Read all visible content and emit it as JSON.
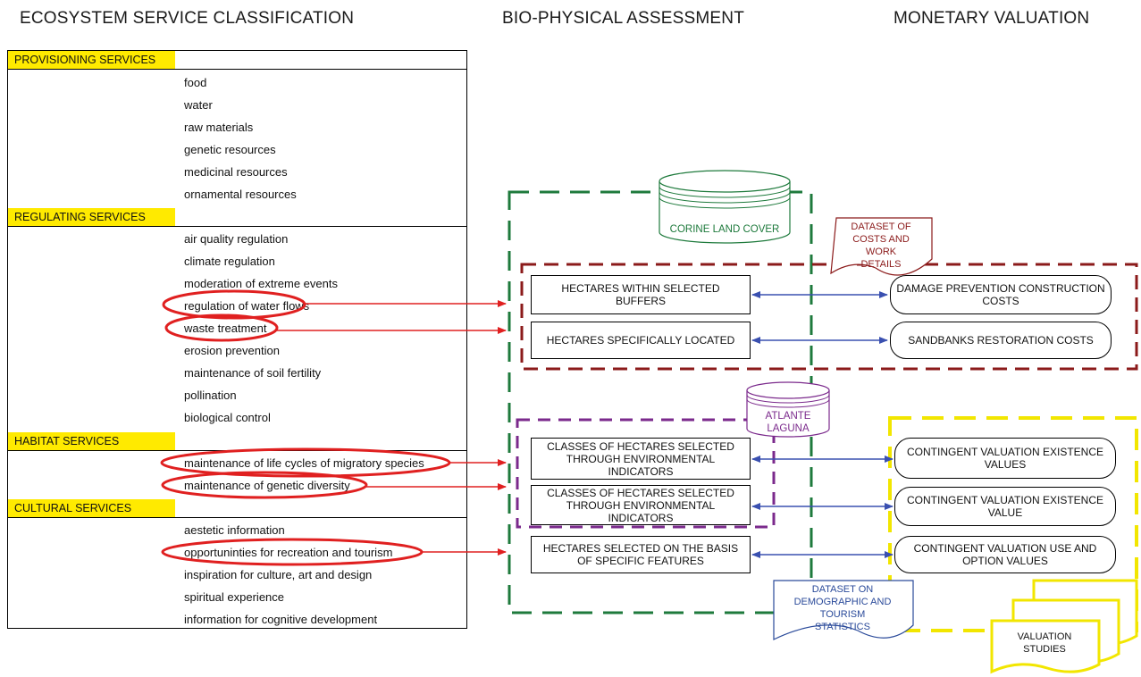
{
  "headers": {
    "classification": "ECOSYSTEM SERVICE CLASSIFICATION",
    "biophysical": "BIO-PHYSICAL ASSESSMENT",
    "monetary": "MONETARY VALUATION"
  },
  "categories": [
    {
      "label": "PROVISIONING SERVICES",
      "items": [
        "food",
        "water",
        "raw materials",
        "genetic resources",
        "medicinal resources",
        "ornamental resources"
      ]
    },
    {
      "label": "REGULATING SERVICES",
      "items": [
        "air quality regulation",
        "climate regulation",
        "moderation of extreme events",
        "regulation of water flows",
        "waste treatment",
        "erosion prevention",
        "maintenance of soil fertility",
        "pollination",
        "biological control"
      ]
    },
    {
      "label": "HABITAT SERVICES",
      "items": [
        "maintenance of life cycles of migratory species",
        "maintenance of genetic diversity"
      ]
    },
    {
      "label": "CULTURAL SERVICES",
      "items": [
        "aestetic information",
        "opportuninties for recreation and tourism",
        "inspiration for culture, art and design",
        "spiritual experience",
        "information for cognitive development"
      ]
    }
  ],
  "datasets": {
    "corine": "CORINE LAND COVER",
    "atlante_line1": "ATLANTE",
    "atlante_line2": "LAGUNA",
    "costs": [
      "DATASET OF",
      "COSTS AND",
      "WORK",
      "DETAILS"
    ],
    "demographic": [
      "DATASET ON",
      "DEMOGRAPHIC AND",
      "TOURISM",
      "STATISTICS"
    ],
    "valuation": [
      "VALUATION",
      "STUDIES"
    ]
  },
  "assessment_boxes": [
    "HECTARES WITHIN SELECTED BUFFERS",
    "HECTARES SPECIFICALLY LOCATED",
    "CLASSES OF HECTARES SELECTED THROUGH ENVIRONMENTAL INDICATORS",
    "CLASSES OF HECTARES SELECTED THROUGH ENVIRONMENTAL INDICATORS",
    "HECTARES SELECTED ON THE BASIS OF SPECIFIC FEATURES"
  ],
  "valuation_boxes": [
    "DAMAGE PREVENTION CONSTRUCTION COSTS",
    "SANDBANKS RESTORATION COSTS",
    "CONTINGENT VALUATION  EXISTENCE VALUES",
    "CONTINGENT VALUATION  EXISTENCE VALUE",
    "CONTINGENT VALUATION  USE AND OPTION VALUES"
  ],
  "colors": {
    "category_fill": "#ffea00",
    "green_group": "#1e7a3c",
    "maroon_group": "#8b1a1a",
    "purple_group": "#7b2a8c",
    "yellow_group": "#f2e600",
    "highlight_red": "#e02020",
    "link_blue": "#3a50b0"
  }
}
